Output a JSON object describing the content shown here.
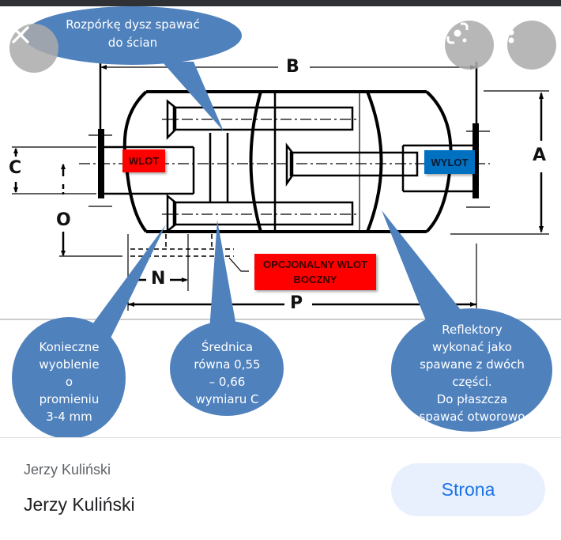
{
  "viewer": {
    "close_icon": "close-icon",
    "lens_icon": "google-lens-icon",
    "more_icon": "more-vert-icon"
  },
  "diagram": {
    "callouts": {
      "top": "Rozpórkę dysz spawać\ndo ścian",
      "left": "Konieczne\nwyoblenie\no\npromieniu\n3-4 mm",
      "middle": "Średnica\nrówna 0,55\n– 0,66\nwymiaru C",
      "right": "Reflektory\nwykonać jako\nspawane z dwóch\nczęści.\nDo płaszcza\nspawać otworowo"
    },
    "tags": {
      "inlet": "WLOT",
      "outlet": "WYLOT",
      "side_inlet": "OPCJONALNY WLOT BOCZNY"
    },
    "dimensions": {
      "a": "A",
      "b": "B",
      "c": "C",
      "o": "O",
      "n": "N",
      "p": "P"
    },
    "colors": {
      "callout": "#4f81bd",
      "inlet_tag": "#ff0000",
      "outlet_tag": "#0070c0"
    }
  },
  "footer": {
    "source_name": "Jerzy Kuliński",
    "title": "Jerzy Kuliński",
    "visit_button": "Strona"
  }
}
